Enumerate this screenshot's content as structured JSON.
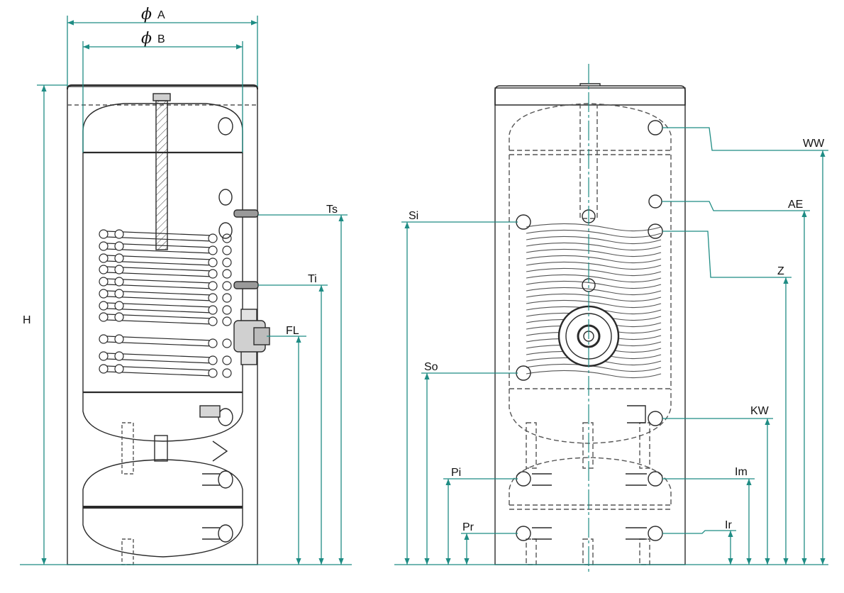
{
  "colors": {
    "dimension": "#1f8c84",
    "outline": "#2a2a2a",
    "hidden": "#555555",
    "background": "#ffffff"
  },
  "front_view": {
    "dims_top": [
      {
        "id": "dim-phi-a",
        "symbol": "ϕ",
        "label": "A"
      },
      {
        "id": "dim-phi-b",
        "symbol": "ϕ",
        "label": "B"
      }
    ],
    "dims_left": [
      {
        "id": "dim-h",
        "label": "H"
      }
    ],
    "dims_right": [
      {
        "id": "dim-ts",
        "label": "Ts"
      },
      {
        "id": "dim-ti",
        "label": "Ti"
      },
      {
        "id": "dim-fl",
        "label": "FL"
      }
    ]
  },
  "side_view": {
    "dims_left": [
      {
        "id": "dim-si",
        "label": "Si"
      },
      {
        "id": "dim-so",
        "label": "So"
      },
      {
        "id": "dim-pi",
        "label": "Pi"
      },
      {
        "id": "dim-pr",
        "label": "Pr"
      }
    ],
    "dims_right": [
      {
        "id": "dim-ww",
        "label": "WW"
      },
      {
        "id": "dim-ae",
        "label": "AE"
      },
      {
        "id": "dim-z",
        "label": "Z"
      },
      {
        "id": "dim-kw",
        "label": "KW"
      },
      {
        "id": "dim-im",
        "label": "Im"
      },
      {
        "id": "dim-ir",
        "label": "Ir"
      }
    ]
  }
}
